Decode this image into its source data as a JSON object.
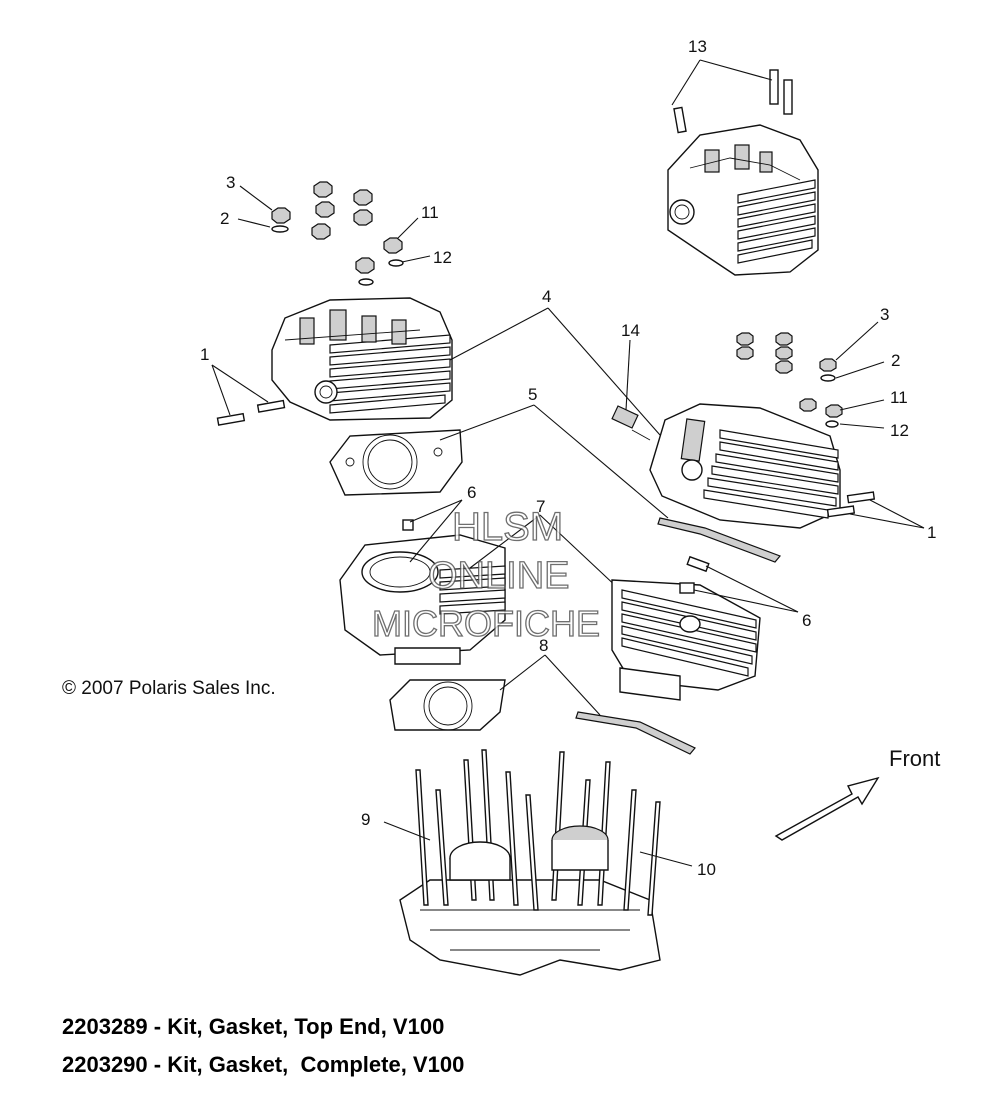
{
  "diagram": {
    "copyright": "© 2007 Polaris Sales Inc.",
    "direction_label": "Front",
    "watermark": [
      "HLSM",
      "ONLINE",
      "MICROFICHE"
    ],
    "callouts": [
      {
        "id": "c13",
        "text": "13"
      },
      {
        "id": "c3a",
        "text": "3"
      },
      {
        "id": "c2a",
        "text": "2"
      },
      {
        "id": "c11a",
        "text": "11"
      },
      {
        "id": "c12a",
        "text": "12"
      },
      {
        "id": "c4",
        "text": "4"
      },
      {
        "id": "c1a",
        "text": "1"
      },
      {
        "id": "c14",
        "text": "14"
      },
      {
        "id": "c3b",
        "text": "3"
      },
      {
        "id": "c2b",
        "text": "2"
      },
      {
        "id": "c11b",
        "text": "11"
      },
      {
        "id": "c12b",
        "text": "12"
      },
      {
        "id": "c5",
        "text": "5"
      },
      {
        "id": "c6a",
        "text": "6"
      },
      {
        "id": "c7",
        "text": "7"
      },
      {
        "id": "c1b",
        "text": "1"
      },
      {
        "id": "c6b",
        "text": "6"
      },
      {
        "id": "c8",
        "text": "8"
      },
      {
        "id": "c9",
        "text": "9"
      },
      {
        "id": "c10",
        "text": "10"
      }
    ]
  },
  "kits": [
    {
      "line": "2203289 - Kit, Gasket, Top End, V100"
    },
    {
      "line": "2203290 - Kit, Gasket,  Complete, V100"
    }
  ]
}
